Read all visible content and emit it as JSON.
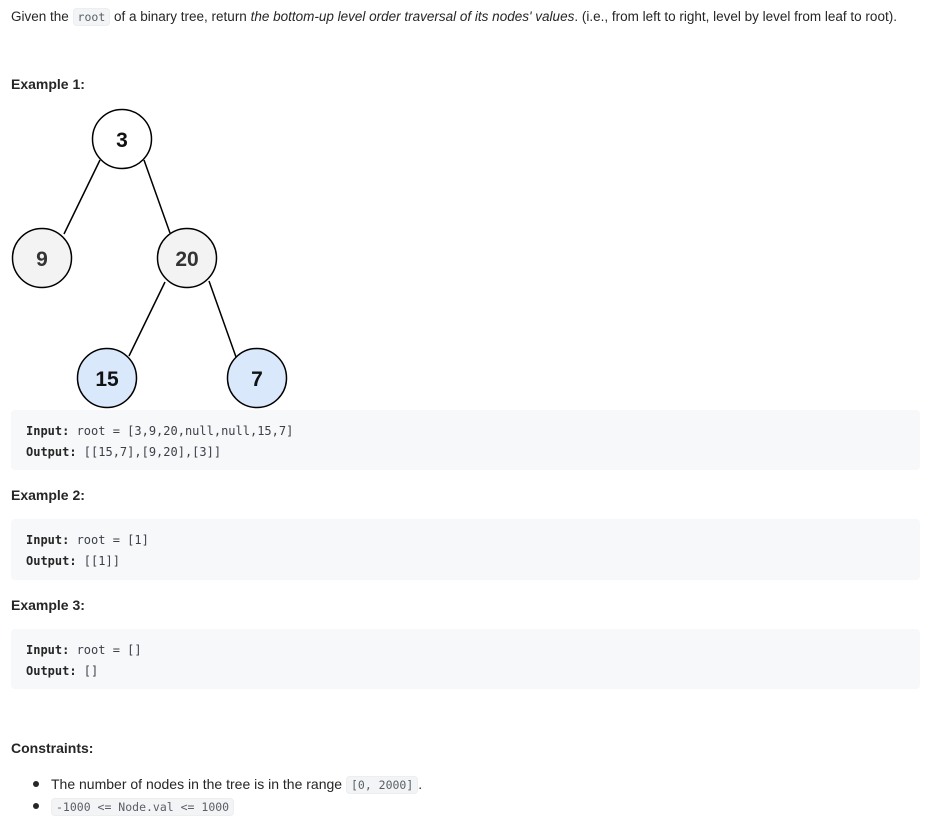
{
  "intro": {
    "p1": "Given the ",
    "code": "root",
    "p2": " of a binary tree, return ",
    "em": "the bottom-up level order traversal of its nodes' values",
    "p3": ". (i.e., from left to right, level by level from leaf to root)."
  },
  "examples": [
    {
      "title": "Example 1:",
      "input_label": "Input:",
      "input": " root = [3,9,20,null,null,15,7]",
      "output_label": "Output:",
      "output": " [[15,7],[9,20],[3]]"
    },
    {
      "title": "Example 2:",
      "input_label": "Input:",
      "input": " root = [1]",
      "output_label": "Output:",
      "output": " [[1]]"
    },
    {
      "title": "Example 3:",
      "input_label": "Input:",
      "input": " root = []",
      "output_label": "Output:",
      "output": " []"
    }
  ],
  "tree": {
    "nodes": [
      "3",
      "9",
      "20",
      "15",
      "7"
    ]
  },
  "constraints": {
    "title": "Constraints:",
    "c1_text": "The number of nodes in the tree is in the range ",
    "c1_code": "[0, 2000]",
    "c1_end": ".",
    "c2_code": "-1000 <= Node.val <= 1000"
  }
}
